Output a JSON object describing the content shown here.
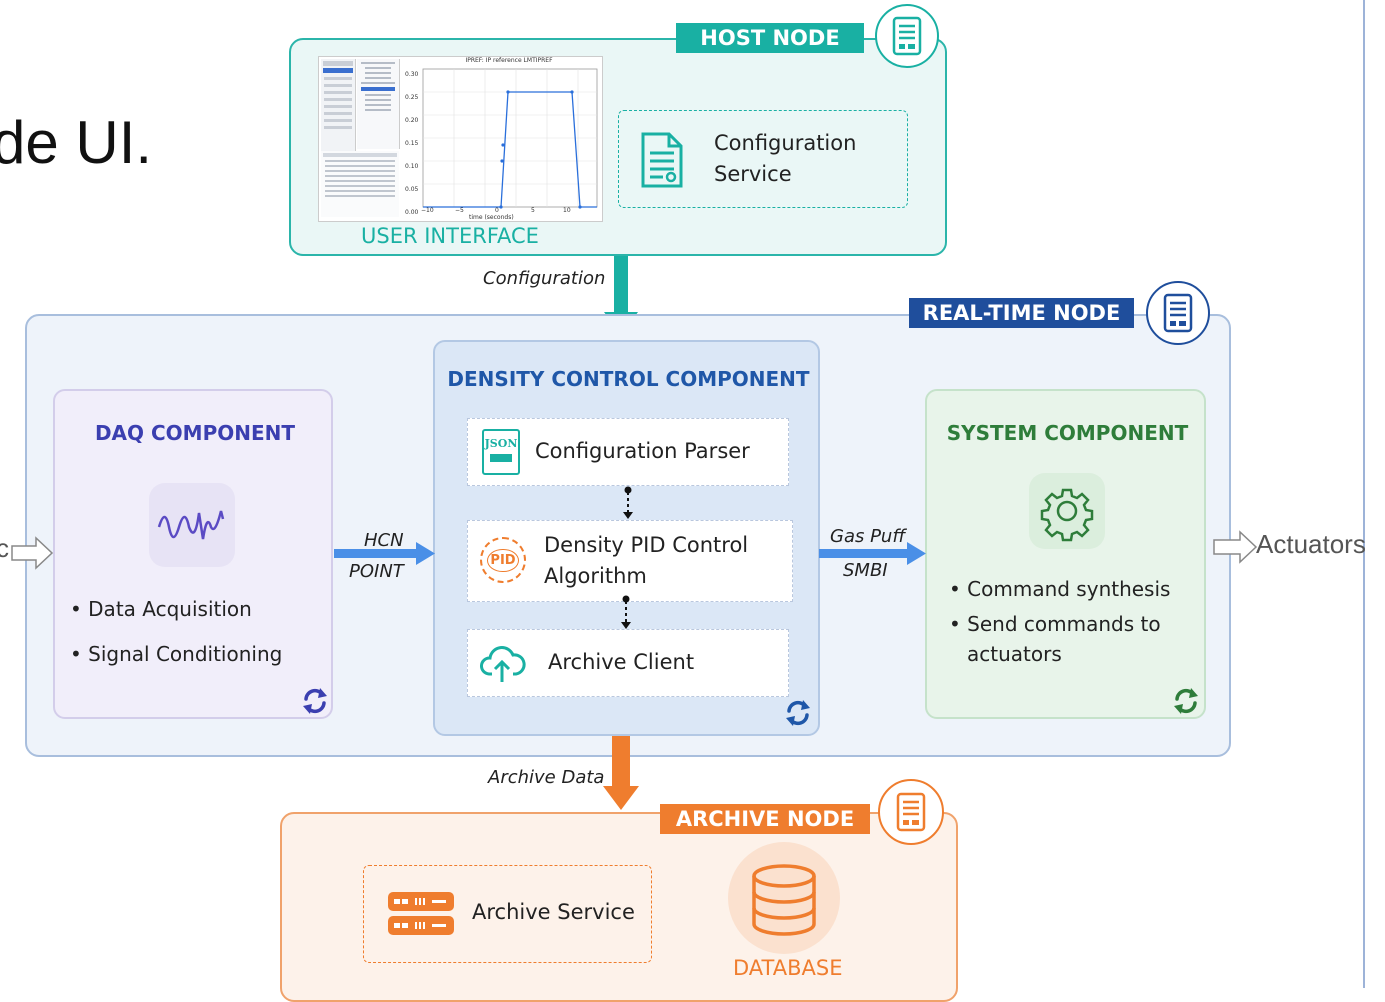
{
  "slide_fragment": "de UI.",
  "host_node": {
    "label": "HOST NODE",
    "color": "#19b0a3",
    "ui_caption": "USER INTERFACE",
    "config_service": "Configuration Service",
    "thumbnail": {
      "title": "IPREF: IP reference LMTIPREF",
      "xlabel": "time (seconds)",
      "y_ticks": [
        "0.30",
        "0.25",
        "0.20",
        "0.15",
        "0.10",
        "0.05",
        "0.00"
      ],
      "x_ticks": [
        "−10",
        "−5",
        "0",
        "5",
        "10"
      ]
    }
  },
  "realtime_node": {
    "label": "REAL-TIME NODE",
    "color": "#1f4e9c"
  },
  "archive_node": {
    "label": "ARCHIVE NODE",
    "color": "#ef7d2e",
    "service": "Archive Service",
    "database": "DATABASE"
  },
  "arrows": {
    "configuration": "Configuration",
    "archive_data": "Archive Data",
    "hcn": "HCN",
    "point": "POINT",
    "gas_puff": "Gas Puff",
    "smbi": "SMBI",
    "left_input": "c",
    "actuators": "Actuators"
  },
  "daq": {
    "title": "DAQ COMPONENT",
    "color": "#3b3fb0",
    "items": [
      "Data Acquisition",
      "Signal Conditioning"
    ]
  },
  "density": {
    "title": "DENSITY CONTROL COMPONENT",
    "color": "#1f57a8",
    "parser": "Configuration Parser",
    "pid": "Density PID Control Algorithm",
    "archive_client": "Archive Client",
    "json_icon_text": "JSON",
    "pid_icon_text": "PID"
  },
  "system": {
    "title": "SYSTEM COMPONENT",
    "color": "#2e7d3a",
    "items": [
      "Command synthesis",
      "Send commands to actuators"
    ]
  }
}
